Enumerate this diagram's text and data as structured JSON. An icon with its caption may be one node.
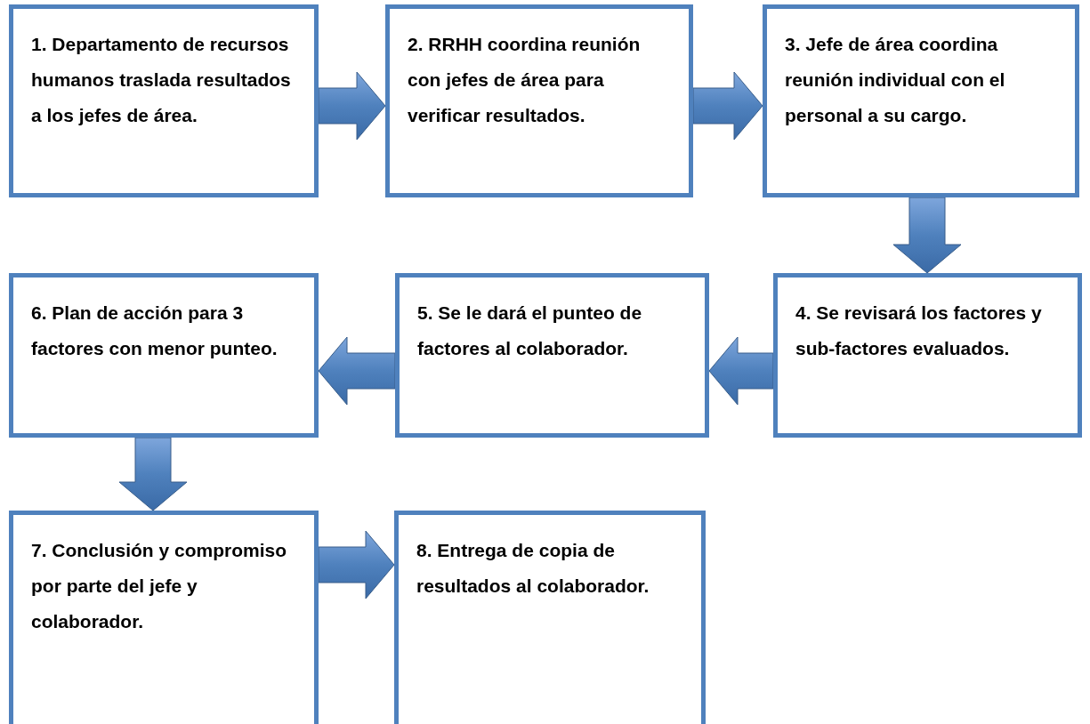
{
  "diagram": {
    "nodes": [
      {
        "text": [
          "1. Departamento de recursos humanos traslada resultados a los jefes de área."
        ]
      },
      {
        "text": [
          "2. RRHH coordina reunión con jefes de área para verificar resultados."
        ]
      },
      {
        "text": [
          "3. Jefe de área coordina reunión individual con el personal a su cargo."
        ]
      },
      {
        "text": [
          "4. Se revisará los factores y sub-factores evaluados."
        ]
      },
      {
        "text": [
          "5. Se le dará el punteo de factores al colaborador."
        ]
      },
      {
        "text": [
          "6. Plan de acción para 3 factores con menor punteo."
        ]
      },
      {
        "text": [
          "7. Conclusión y compromiso por parte del jefe y colaborador."
        ]
      },
      {
        "text": [
          "8. Entrega de copia de resultados al colaborador."
        ]
      }
    ],
    "edges": [
      {
        "from": 0,
        "to": 1,
        "arrow": "to"
      },
      {
        "from": 1,
        "to": 2,
        "arrow": "to"
      },
      {
        "from": 2,
        "to": 3,
        "arrow": "to"
      },
      {
        "from": 3,
        "to": 4,
        "arrow": "to"
      },
      {
        "from": 4,
        "to": 5,
        "arrow": "to"
      },
      {
        "from": 5,
        "to": 6,
        "arrow": "to"
      },
      {
        "from": 6,
        "to": 7,
        "arrow": "to"
      }
    ]
  }
}
